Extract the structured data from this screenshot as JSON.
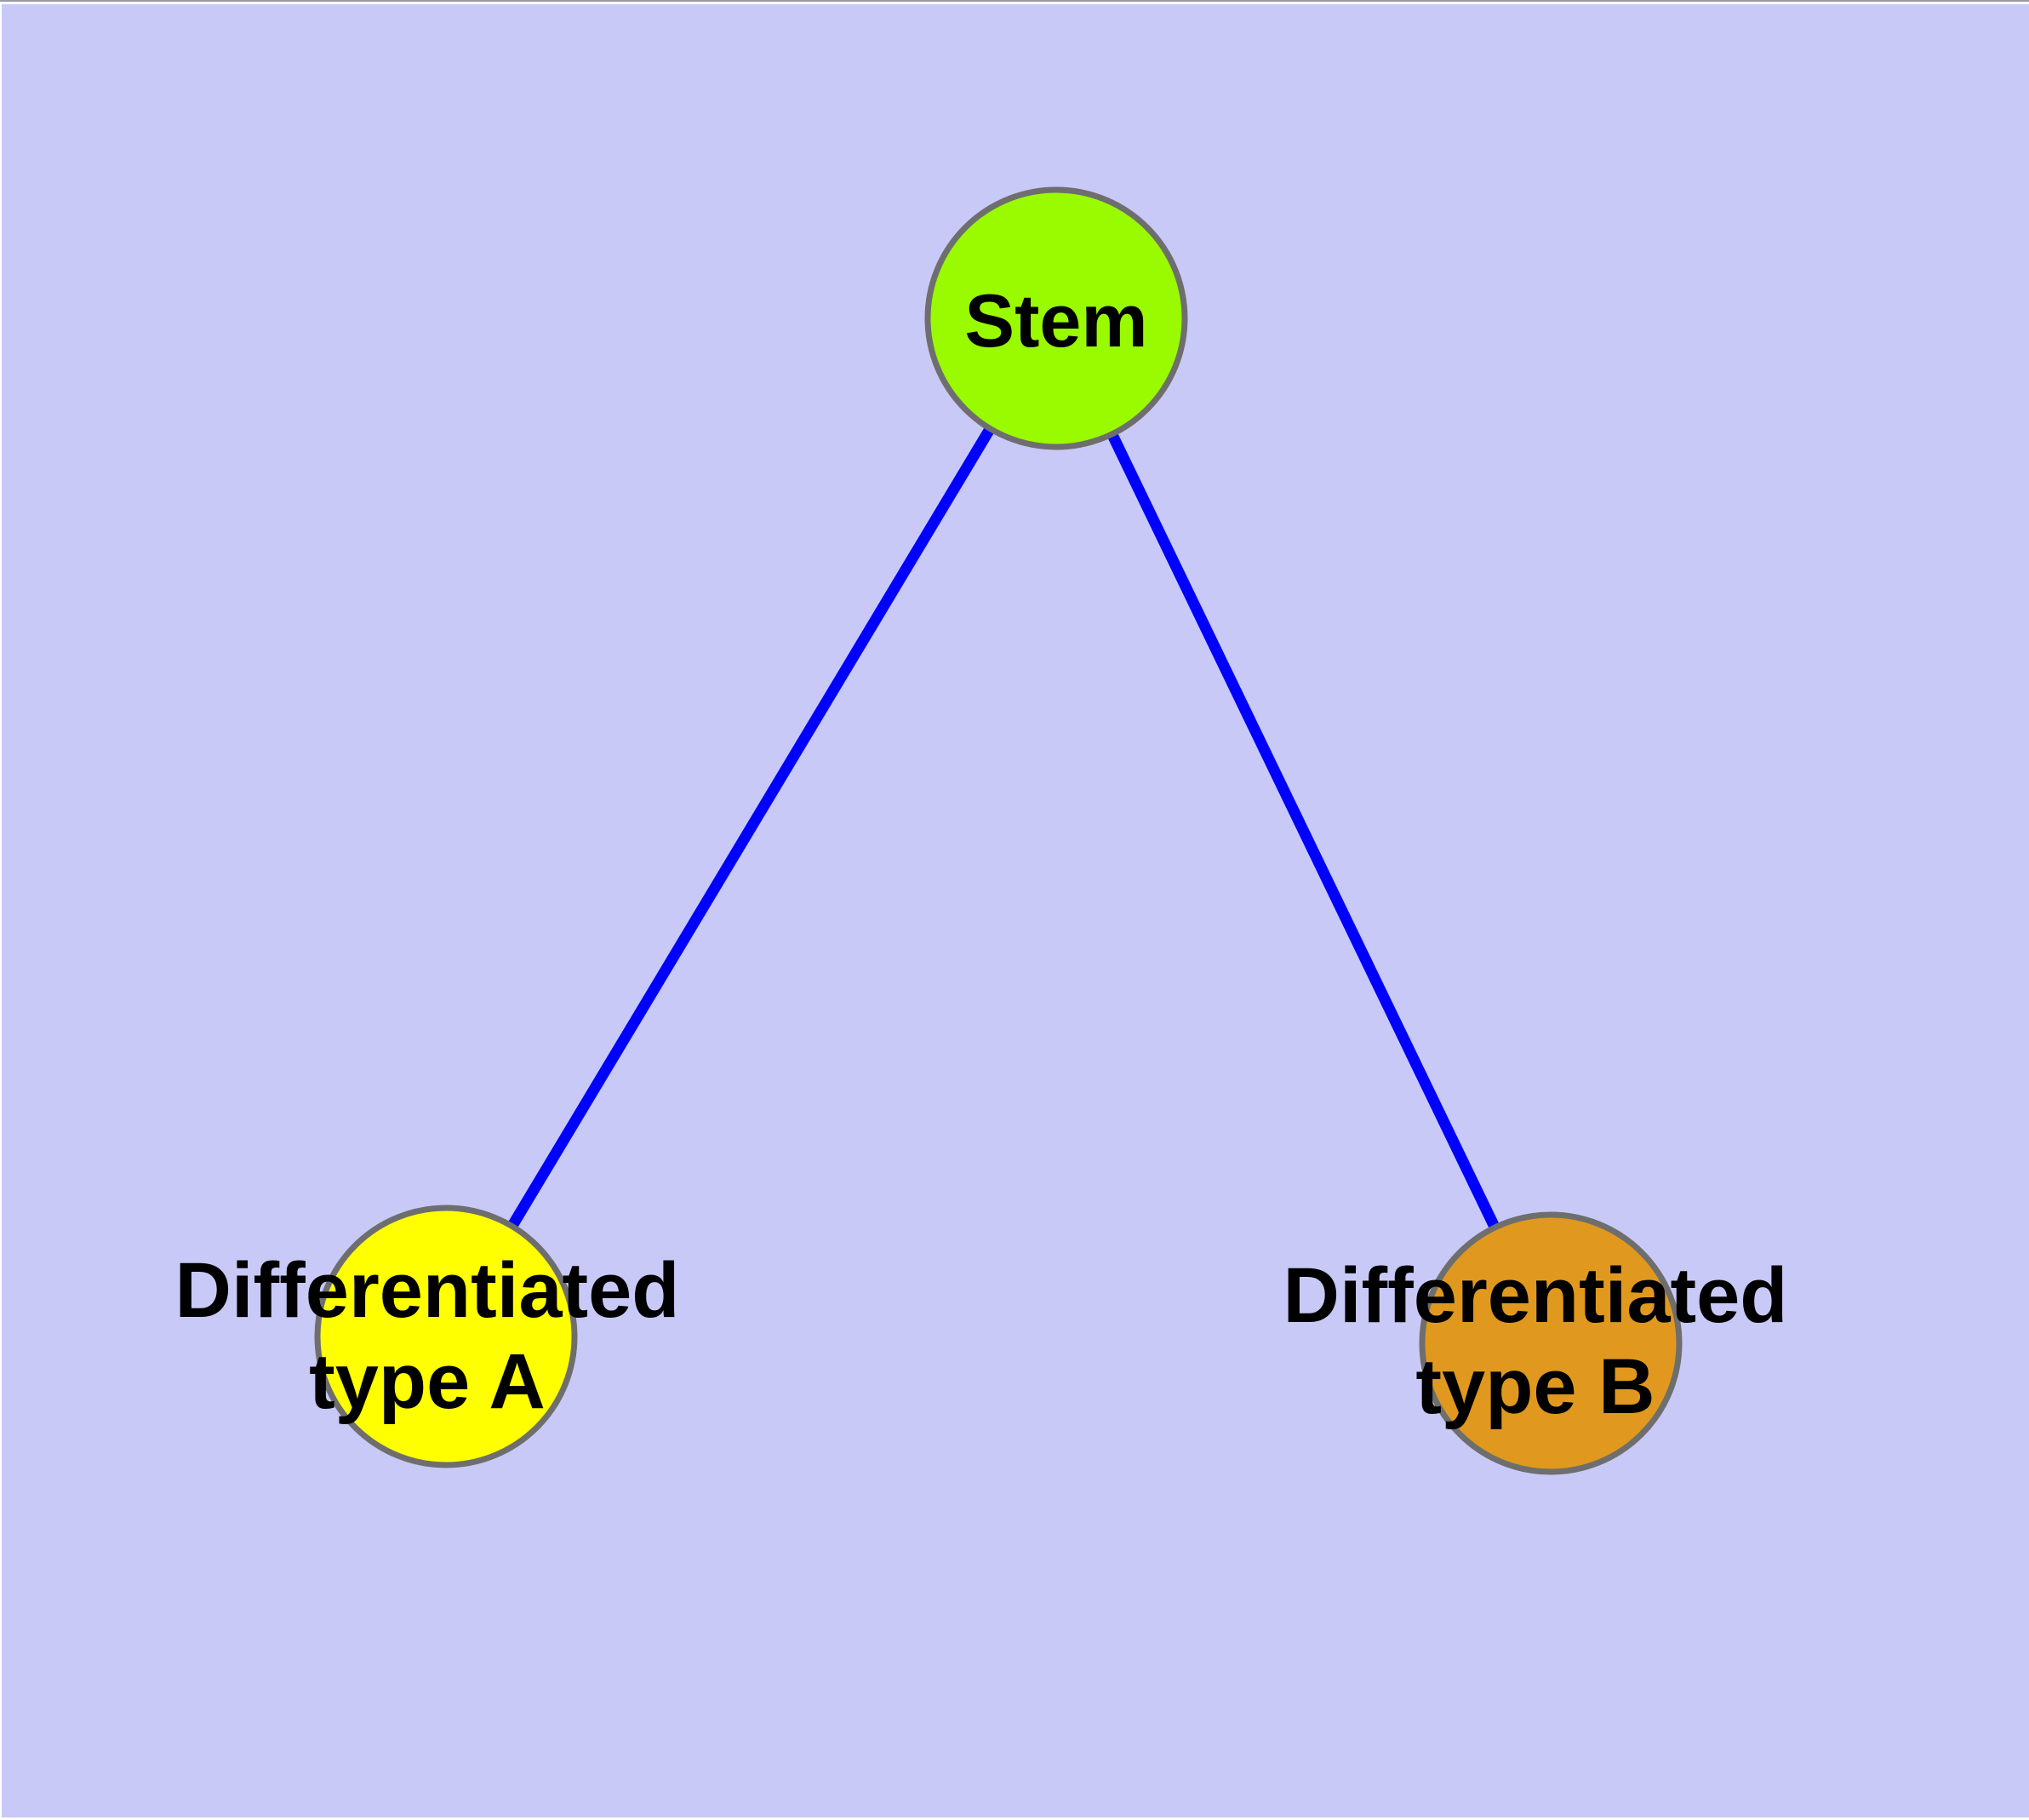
{
  "figure": {
    "background_color": "#C9C9F7",
    "frame_color": "#FFFFFF",
    "top_edge_line_color": "#9A9AA6",
    "text_color": "#000000",
    "edge_color": "#0000FF",
    "node_border_color": "#6E6E6E",
    "nodes": [
      {
        "id": "stem",
        "label": "Stem",
        "fill": "#9AFA00"
      },
      {
        "id": "differentiated-type-a",
        "label": "Differentiated\ntype A",
        "fill": "#FFFF00"
      },
      {
        "id": "differentiated-type-b",
        "label": "Differentiated\ntype B",
        "fill": "#E0991E"
      }
    ],
    "edges": [
      {
        "from": "Stem",
        "to": "Differentiated type A"
      },
      {
        "from": "Stem",
        "to": "Differentiated type B"
      }
    ]
  }
}
